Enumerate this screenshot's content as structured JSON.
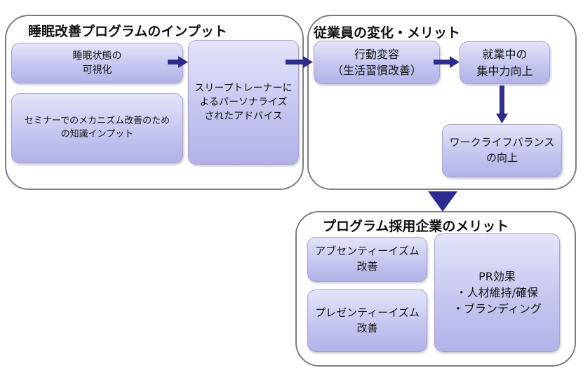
{
  "groups": {
    "sleep_input": {
      "title": "睡眠改善プログラムのインプット",
      "items": {
        "visualization": "睡眠状態の\n可視化",
        "seminar": "セミナーでのメカニズム改善のため\nの知識インプット",
        "trainer_advice": "スリープトレーナーに\nよるパーソナライズ\nされたアドバイス"
      }
    },
    "employee_merit": {
      "title": "従業員の変化・メリット",
      "items": {
        "behavior_change": "行動変容\n（生活習慣改善）",
        "work_focus": "就業中の\n集中力向上",
        "work_life_balance": "ワークライフバランス\nの向上"
      }
    },
    "company_merit": {
      "title": "プログラム採用企業のメリット",
      "items": {
        "absenteeism": "アブセンティーイズム\n改善",
        "presenteeism": "プレゼンティーイズム\n改善",
        "pr_effect": "PR効果\n・人材維持/確保\n・ブランディング"
      }
    }
  },
  "colors": {
    "arrow": "#2e2b8f",
    "box_fill_top": "#e4e4fa",
    "box_fill_bottom": "#b2b2e8",
    "group_border": "#7d7d7d"
  }
}
